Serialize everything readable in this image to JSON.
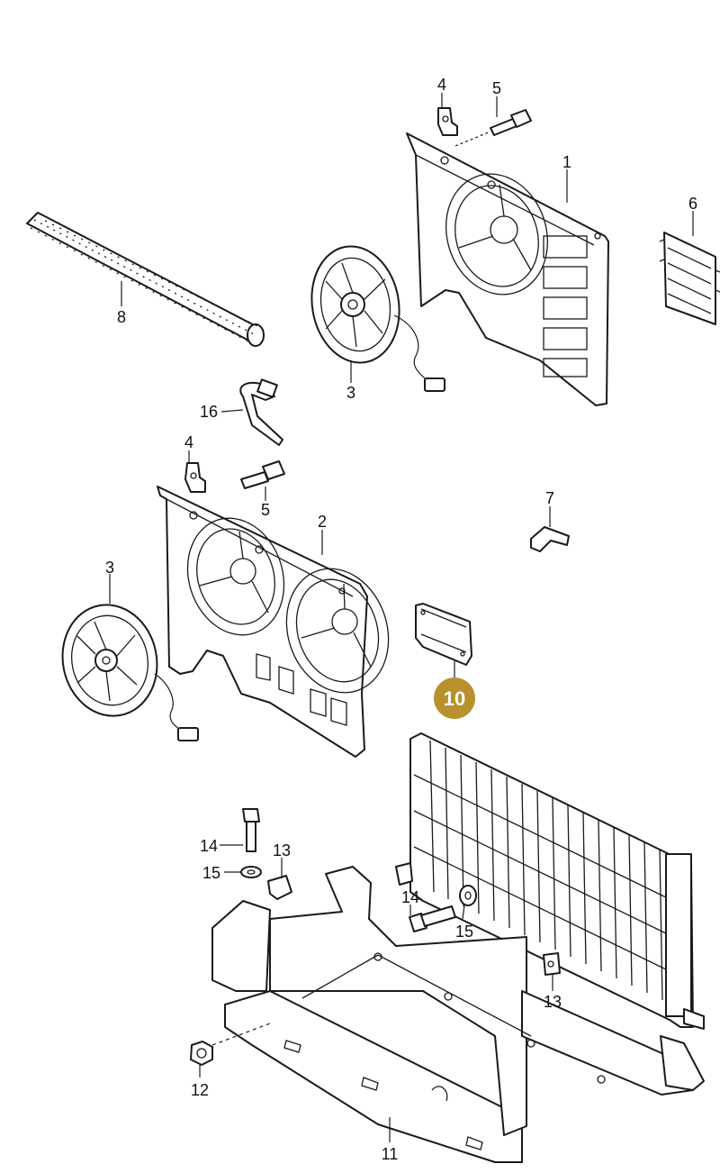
{
  "labels": {
    "l1": "1",
    "l2": "2",
    "l3a": "3",
    "l3b": "3",
    "l4a": "4",
    "l4b": "4",
    "l5a": "5",
    "l5b": "5",
    "l6": "6",
    "l7": "7",
    "l8": "8",
    "l10": "10",
    "l11": "11",
    "l12": "12",
    "l13a": "13",
    "l13b": "13",
    "l14a": "14",
    "l14b": "14",
    "l15a": "15",
    "l15b": "15",
    "l16": "16"
  },
  "highlight": {
    "color": "#b8912e",
    "label_color": "#ffffff"
  }
}
